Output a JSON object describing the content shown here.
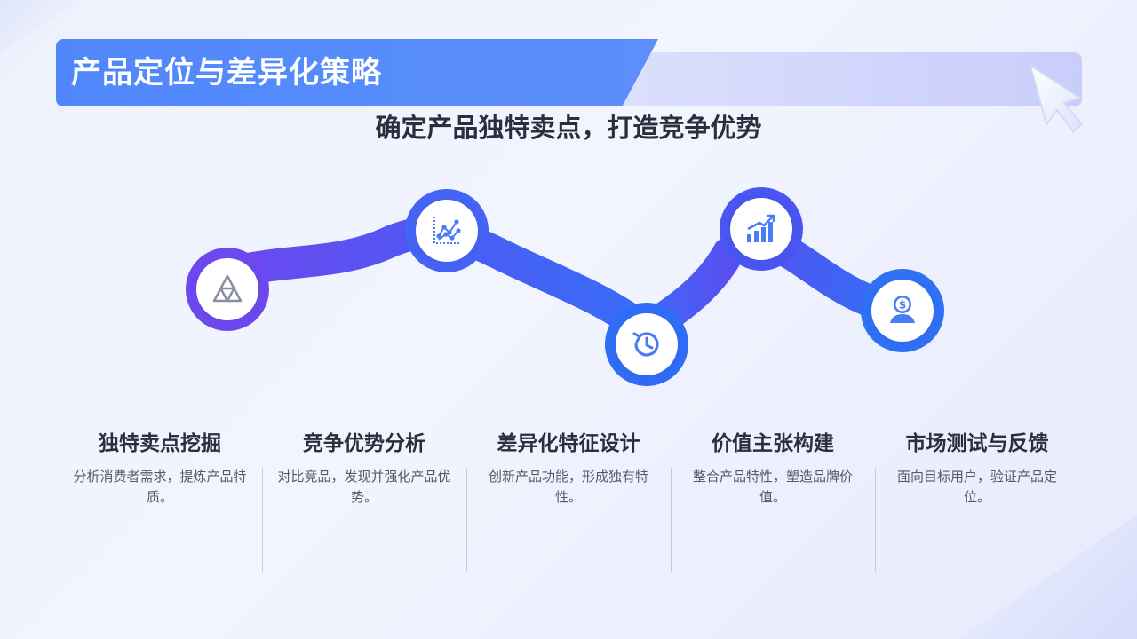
{
  "header": {
    "title": "产品定位与差异化策略",
    "subtitle": "确定产品独特卖点，打造竞争优势"
  },
  "nodes": [
    {
      "icon": "triangle-icon"
    },
    {
      "icon": "scatter-chart-icon"
    },
    {
      "icon": "history-icon"
    },
    {
      "icon": "bar-chart-rising-icon"
    },
    {
      "icon": "dollar-user-icon"
    }
  ],
  "columns": [
    {
      "title": "独特卖点挖掘",
      "desc": "分析消费者需求，提炼产品特质。"
    },
    {
      "title": "竞争优势分析",
      "desc": "对比竞品，发现并强化产品优势。"
    },
    {
      "title": "差异化特征设计",
      "desc": "创新产品功能，形成独有特性。"
    },
    {
      "title": "价值主张构建",
      "desc": "整合产品特性，塑造品牌价值。"
    },
    {
      "title": "市场测试与反馈",
      "desc": "面向目标用户，验证产品定位。"
    }
  ],
  "colors": {
    "title_bar": "#4f87fb",
    "accent_blue": "#2f6df6",
    "accent_purple": "#6a4df0",
    "icon": "#4a7cf5",
    "text_dark": "#2b2f3d",
    "text_body": "#555a66"
  }
}
